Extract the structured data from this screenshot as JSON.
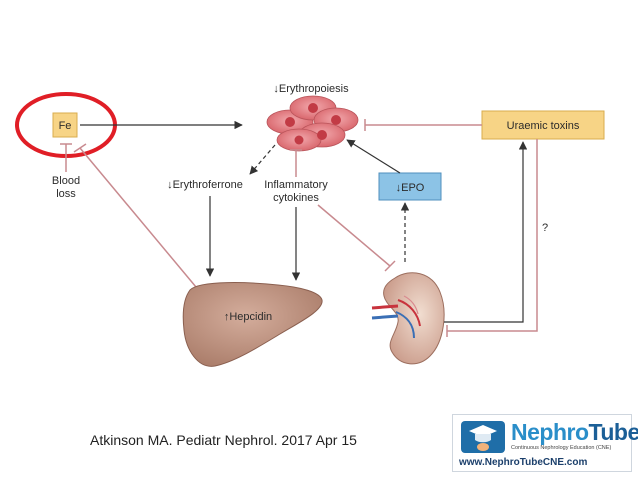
{
  "diagram": {
    "nodes": {
      "fe": "Fe",
      "blood_loss": [
        "Blood",
        "loss"
      ],
      "erythropoiesis": "↓Erythropoiesis",
      "uraemic_toxins": "Uraemic toxins",
      "erythroferrone": "↓Erythroferrone",
      "inflammatory_cytokines": [
        "Inflammatory",
        "cytokines"
      ],
      "epo": "↓EPO",
      "hepcidin": "↑Hepcidin",
      "question": "?"
    },
    "colors": {
      "box_fill": "#f7d486",
      "box_stroke": "#d9ad4e",
      "epo_fill": "#8cc3e6",
      "epo_stroke": "#4f8fbd",
      "inhibit_line": "#c88a8f",
      "arrow_line": "#333333",
      "highlight_circle": "#e01e26",
      "liver": "#c39987",
      "cells": "#e07b80"
    }
  },
  "citation": "Atkinson MA. Pediatr Nephrol. 2017 Apr 15",
  "logo": {
    "name_part1": "Nephro",
    "name_part2": "Tube",
    "tagline": "Continuous Nephrology Education (CNE)",
    "url": "www.NephroTubeCNE.com"
  }
}
